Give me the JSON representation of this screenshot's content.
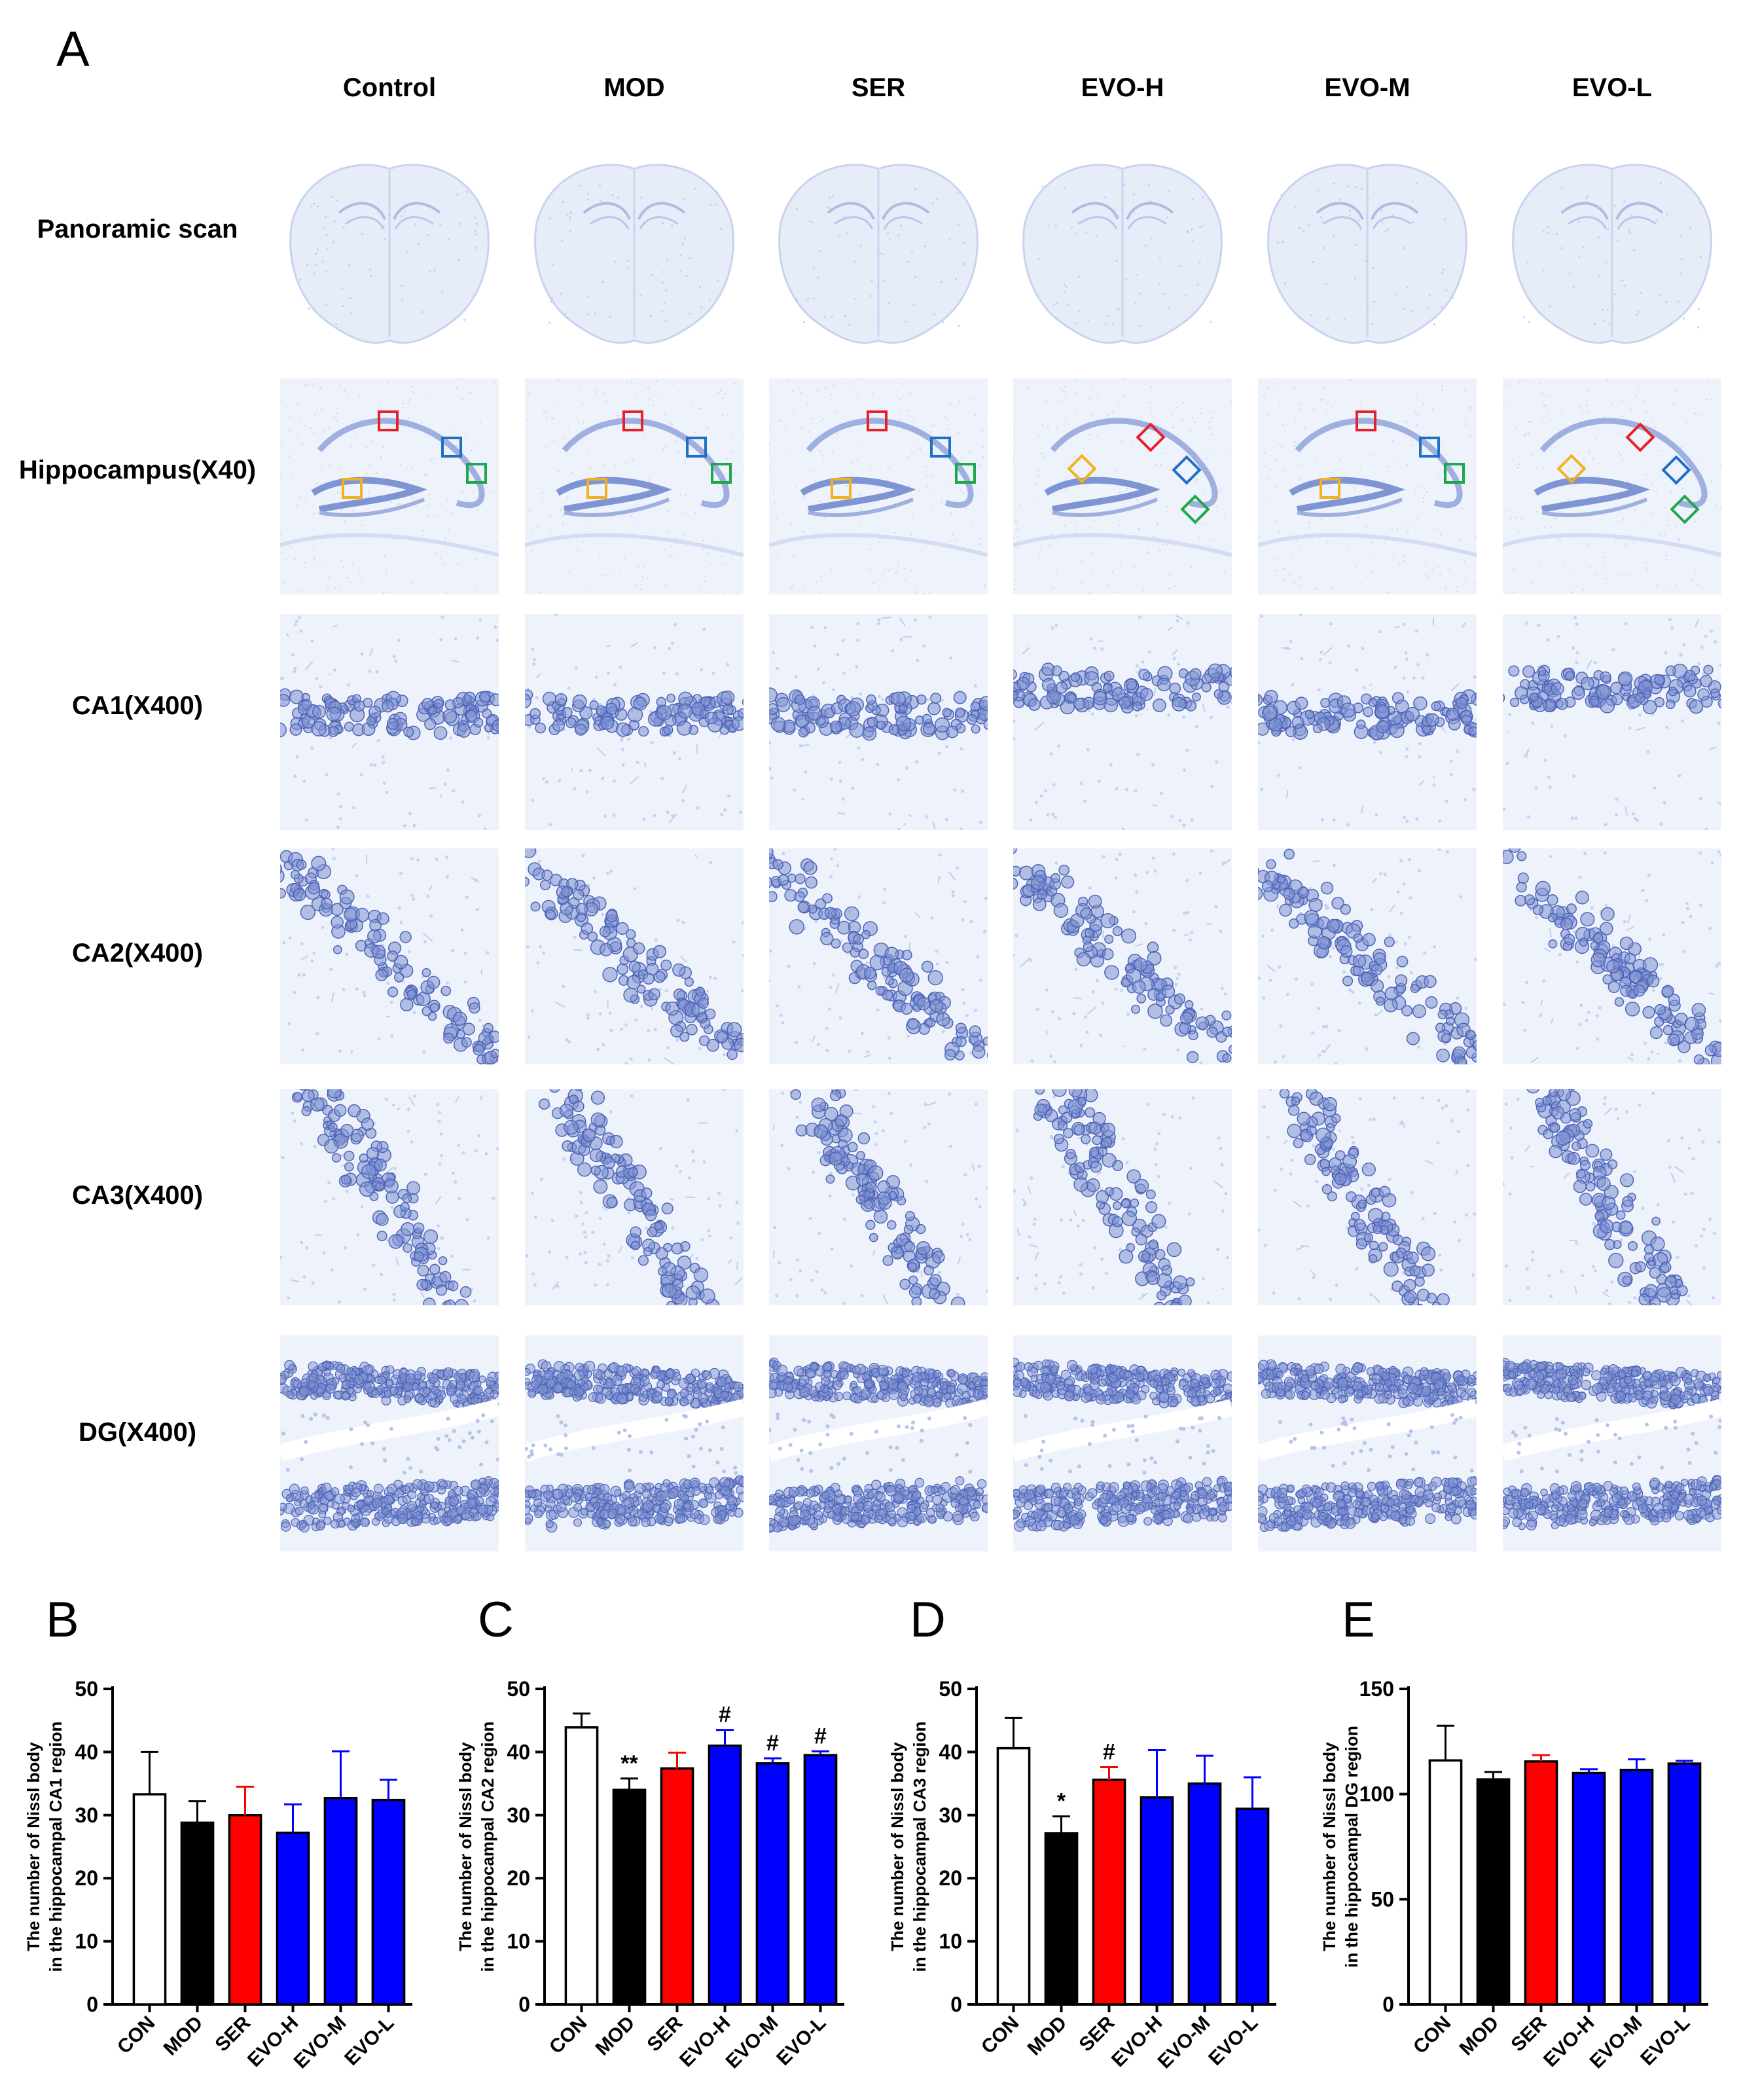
{
  "panel_a": {
    "letter": "A",
    "columns": [
      "Control",
      "MOD",
      "SER",
      "EVO-H",
      "EVO-M",
      "EVO-L"
    ],
    "rows": [
      "Panoramic scan",
      "Hippocampus(X40)",
      "CA1(X400)",
      "CA2(X400)",
      "CA3(X400)",
      "DG(X400)"
    ],
    "roi_colors": {
      "ca1": "#e8202a",
      "ca2": "#1f6fc4",
      "ca3": "#1fa84a",
      "dg": "#f2b21e"
    },
    "stain_colors": {
      "background": "#eef2fa",
      "cell": "#7f94d2",
      "cell_dark": "#4f63b8",
      "layer": "#9fb0e0"
    }
  },
  "chart_data": [
    {
      "type": "bar",
      "letter": "B",
      "ylabel_lines": [
        "The number of Nissl body",
        "in the hippocampal CA1 region"
      ],
      "categories": [
        "CON",
        "MOD",
        "SER",
        "EVO-H",
        "EVO-M",
        "EVO-L"
      ],
      "values": [
        33.3,
        28.8,
        30.0,
        27.2,
        32.7,
        32.4
      ],
      "errors": [
        6.7,
        3.4,
        4.5,
        4.5,
        7.4,
        3.2
      ],
      "annotations": [
        "",
        "",
        "",
        "",
        "",
        ""
      ],
      "fills": [
        "#ffffff",
        "#000000",
        "#ff0000",
        "#0000ff",
        "#0000ff",
        "#0000ff"
      ],
      "ylim": [
        0,
        50
      ],
      "yticks": [
        0,
        10,
        20,
        30,
        40,
        50
      ]
    },
    {
      "type": "bar",
      "letter": "C",
      "ylabel_lines": [
        "The number of Nissl body",
        "in the hippocampal CA2 region"
      ],
      "categories": [
        "CON",
        "MOD",
        "SER",
        "EVO-H",
        "EVO-M",
        "EVO-L"
      ],
      "values": [
        43.9,
        34.0,
        37.4,
        41.0,
        38.2,
        39.5
      ],
      "errors": [
        2.2,
        1.8,
        2.5,
        2.5,
        0.8,
        0.6
      ],
      "annotations": [
        "",
        "**",
        "",
        "#",
        "#",
        "#"
      ],
      "fills": [
        "#ffffff",
        "#000000",
        "#ff0000",
        "#0000ff",
        "#0000ff",
        "#0000ff"
      ],
      "ylim": [
        0,
        50
      ],
      "yticks": [
        0,
        10,
        20,
        30,
        40,
        50
      ]
    },
    {
      "type": "bar",
      "letter": "D",
      "ylabel_lines": [
        "The number of Nissl body",
        "in the hippocampal CA3 region"
      ],
      "categories": [
        "CON",
        "MOD",
        "SER",
        "EVO-H",
        "EVO-M",
        "EVO-L"
      ],
      "values": [
        40.6,
        27.1,
        35.6,
        32.8,
        35.0,
        31.0
      ],
      "errors": [
        4.8,
        2.7,
        2.0,
        7.5,
        4.4,
        5.0
      ],
      "annotations": [
        "",
        "*",
        "#",
        "",
        "",
        ""
      ],
      "fills": [
        "#ffffff",
        "#000000",
        "#ff0000",
        "#0000ff",
        "#0000ff",
        "#0000ff"
      ],
      "ylim": [
        0,
        50
      ],
      "yticks": [
        0,
        10,
        20,
        30,
        40,
        50
      ]
    },
    {
      "type": "bar",
      "letter": "E",
      "ylabel_lines": [
        "The number of Nissl body",
        "in the hippocampal DG region"
      ],
      "categories": [
        "CON",
        "MOD",
        "SER",
        "EVO-H",
        "EVO-M",
        "EVO-L"
      ],
      "values": [
        116.0,
        107.0,
        115.5,
        110.0,
        111.5,
        114.5
      ],
      "errors": [
        16.5,
        3.5,
        3.0,
        1.8,
        5.0,
        1.3
      ],
      "annotations": [
        "",
        "",
        "",
        "",
        "",
        ""
      ],
      "fills": [
        "#ffffff",
        "#000000",
        "#ff0000",
        "#0000ff",
        "#0000ff",
        "#0000ff"
      ],
      "ylim": [
        0,
        150
      ],
      "yticks": [
        0,
        50,
        100,
        150
      ]
    }
  ]
}
